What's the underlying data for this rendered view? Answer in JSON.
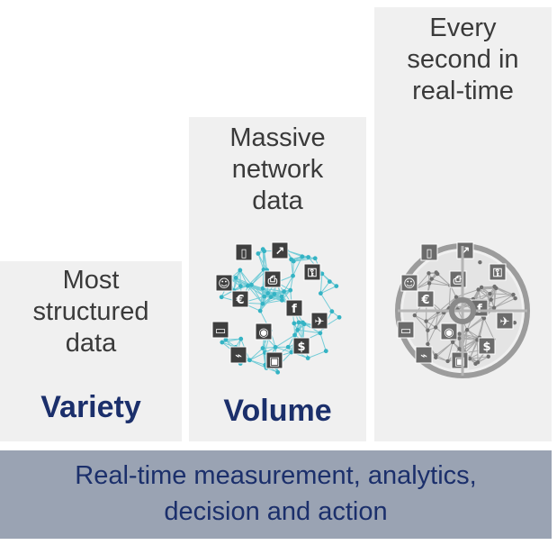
{
  "columns": [
    {
      "lines": [
        "Most",
        "structured",
        "data"
      ],
      "label": "Variety"
    },
    {
      "lines": [
        "Massive",
        "network",
        "data"
      ],
      "label": "Volume"
    },
    {
      "lines": [
        "Every",
        "second in",
        "real-time"
      ],
      "label": ""
    }
  ],
  "banner": {
    "lines": [
      "Real-time measurement, analytics,",
      "decision and action"
    ]
  },
  "icons": {
    "sphere_colors": {
      "network_nodes": "#34b3c4",
      "network_links": "#5fc6d3",
      "tiles": "#3f3f3f",
      "realtime": "#8a8a8a",
      "realtime_ring": "#9c9c9c"
    },
    "network_icons": [
      "tablet-icon",
      "chart-icon",
      "key-icon",
      "person-icon",
      "printer-icon",
      "euro-icon",
      "facebook-icon",
      "twitter-icon",
      "monitor-icon",
      "camera-icon",
      "dollar-icon",
      "antenna-icon",
      "meter-icon"
    ]
  },
  "colors": {
    "column_bg": "#f0f0f0",
    "label": "#1b2f6b",
    "banner_bg": "#9aa3b3",
    "banner_text": "#1b2f6b",
    "text": "#3a3a3a"
  }
}
